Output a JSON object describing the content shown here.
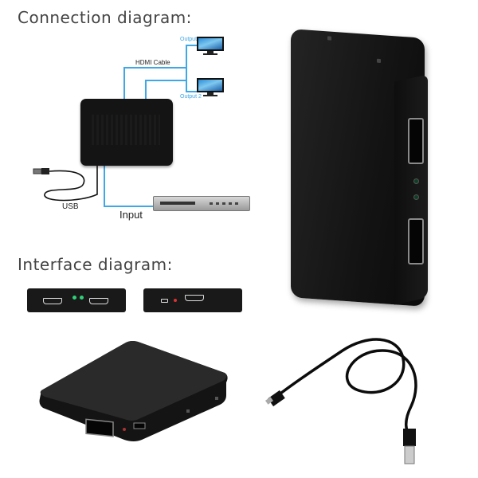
{
  "titles": {
    "connection": "Connection diagram:",
    "interface": "Interface diagram:"
  },
  "connection_diagram": {
    "cable_label": "HDMI Cable",
    "usb_label": "USB",
    "input_label": "Input",
    "output_labels": [
      "Output 1",
      "Output 2"
    ]
  },
  "colors": {
    "cable": "#3ea7e6",
    "device_body": "#141414",
    "led": "#2fd07a"
  }
}
